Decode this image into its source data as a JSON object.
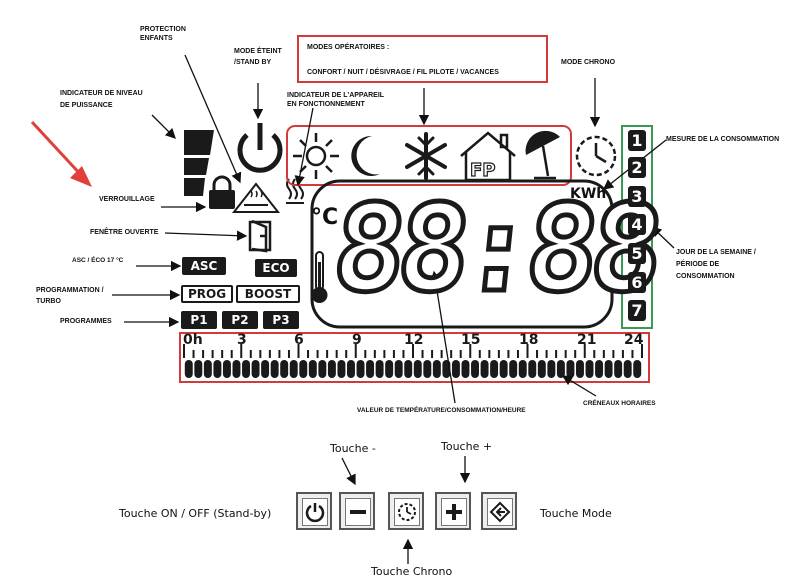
{
  "modes_box": {
    "title": "MODES OPÉRATOIRES :",
    "subtitle": "CONFORT / NUIT / DÉSIVRAGE / FIL PILOTE / VACANCES"
  },
  "labels": {
    "protection": "PROTECTION ENFANTS",
    "mode_eteint": "MODE ÉTEINT /STAND BY",
    "indicateur_fonction": "INDICATEUR DE L'APPAREIL EN FONCTIONNEMENT",
    "mode_chrono": "MODE CHRONO",
    "mesure_conso": "MESURE DE LA CONSOMMATION",
    "niveau_puissance": "INDICATEUR DE NIVEAU DE PUISSANCE",
    "verrouillage": "VERROUILLAGE",
    "fenetre": "FENÊTRE OUVERTE",
    "asc_eco": "ASC / ÉCO 17 °C",
    "programmation": "PROGRAMMATION / TURBO",
    "programmes": "PROGRAMMES",
    "jour_semaine": "JOUR DE LA SEMAINE / PÉRIODE DE CONSOMMATION",
    "valeur_temp": "VALEUR DE TEMPÉRATURE/CONSOMMATION/HEURE",
    "creneaux": "CRÉNEAUX HORAIRES"
  },
  "lcd": {
    "digits": "88:88",
    "unit_c": "°C",
    "unit_kwh": "KWh",
    "fp_text": "FP",
    "asc": "ASC",
    "eco": "ECO",
    "prog": "PROG",
    "boost": "BOOST",
    "p1": "P1",
    "p2": "P2",
    "p3": "P3",
    "days": [
      "1",
      "2",
      "3",
      "4",
      "5",
      "6",
      "7"
    ],
    "hours": [
      "0h",
      "3",
      "6",
      "9",
      "12",
      "15",
      "18",
      "21",
      "24"
    ]
  },
  "keys": {
    "minus_label": "Touche -",
    "plus_label": "Touche +",
    "onoff_label": "Touche ON / OFF (Stand-by)",
    "mode_label": "Touche Mode",
    "chrono_label": "Touche Chrono"
  },
  "colors": {
    "highlight": "#d33a3a",
    "green": "#3a9a55",
    "lcd": "#1a1a1a"
  }
}
